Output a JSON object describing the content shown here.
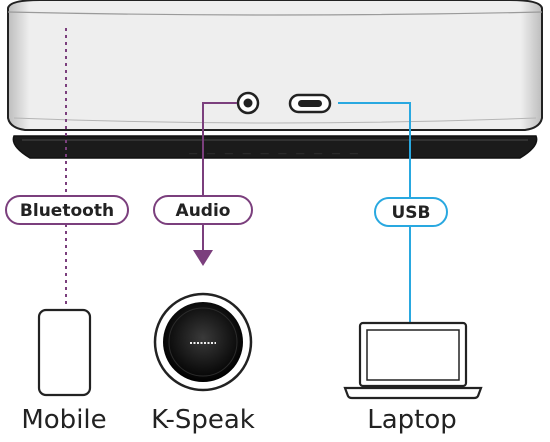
{
  "connections": {
    "bluetooth": {
      "label": "Bluetooth",
      "color": "#7b3f7d"
    },
    "audio": {
      "label": "Audio",
      "color": "#7b3f7d"
    },
    "usb": {
      "label": "USB",
      "color": "#29a8e0"
    }
  },
  "devices": {
    "mobile": {
      "label": "Mobile",
      "icon": "mobile-phone-icon"
    },
    "kspeak": {
      "label": "K-Speak",
      "icon": "k-speak-speaker-icon"
    },
    "laptop": {
      "label": "Laptop",
      "icon": "laptop-icon"
    }
  },
  "hub": {
    "icon": "speakerphone-hub-icon"
  }
}
